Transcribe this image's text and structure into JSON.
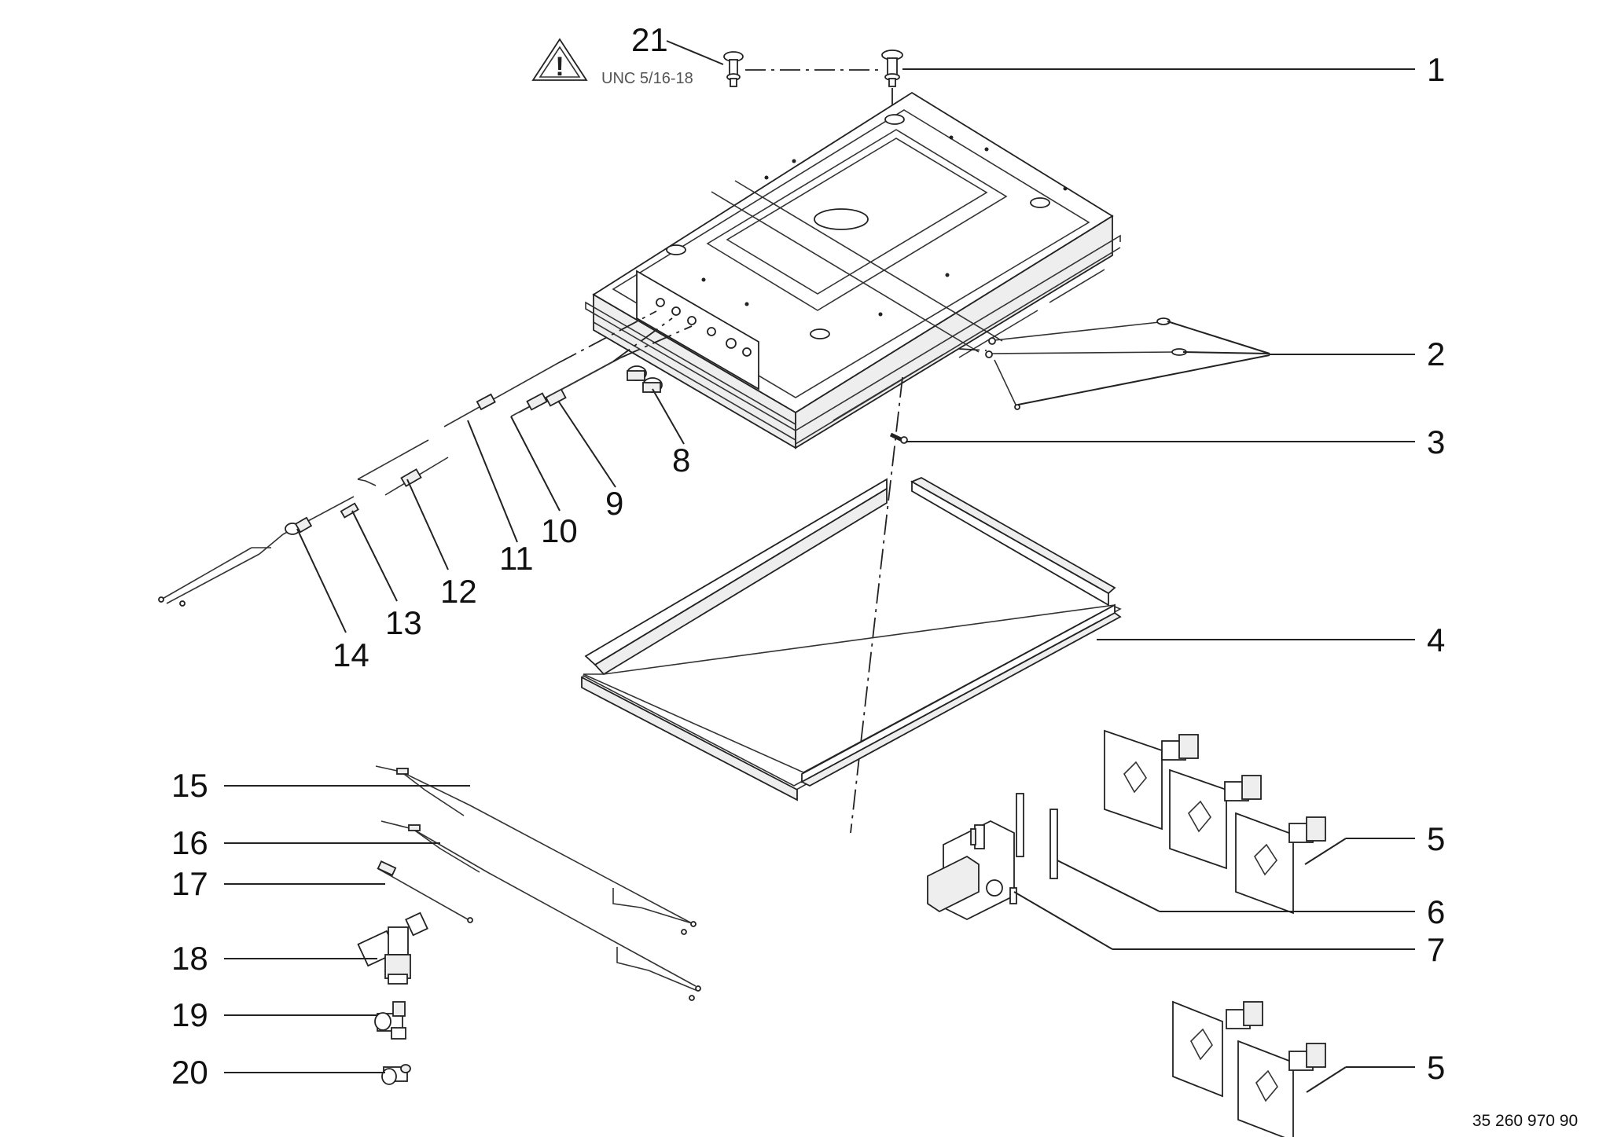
{
  "callouts": {
    "c1": "1",
    "c2": "2",
    "c3": "3",
    "c4": "4",
    "c5a": "5",
    "c5b": "5",
    "c6": "6",
    "c7": "7",
    "c8": "8",
    "c9": "9",
    "c10": "10",
    "c11": "11",
    "c12": "12",
    "c13": "13",
    "c14": "14",
    "c15": "15",
    "c16": "16",
    "c17": "17",
    "c18": "18",
    "c19": "19",
    "c20": "20",
    "c21": "21"
  },
  "warning": {
    "label": "UNC 5/16-18",
    "icon": "warning-triangle-icon"
  },
  "drawing_number": "35 260 970 90"
}
